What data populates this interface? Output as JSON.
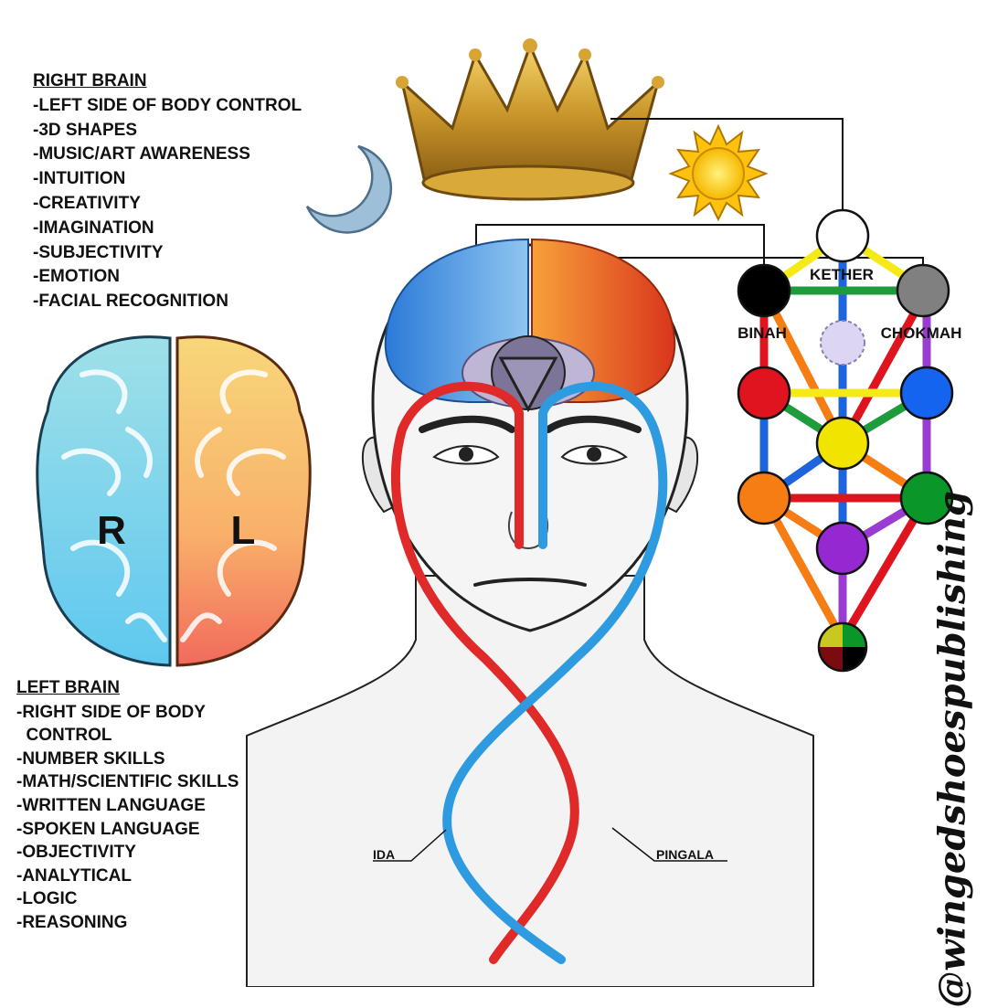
{
  "right_brain": {
    "heading": "RIGHT BRAIN",
    "items": [
      "-LEFT SIDE OF BODY CONTROL",
      "-3D SHAPES",
      "-MUSIC/ART AWARENESS",
      "-INTUITION",
      "-CREATIVITY",
      "-IMAGINATION",
      "-SUBJECTIVITY",
      "-EMOTION",
      "-FACIAL RECOGNITION"
    ]
  },
  "left_brain": {
    "heading": "LEFT BRAIN",
    "items": [
      "-RIGHT SIDE OF BODY",
      "  CONTROL",
      "-NUMBER SKILLS",
      "-MATH/SCIENTIFIC SKILLS",
      "-WRITTEN LANGUAGE",
      "-SPOKEN LANGUAGE",
      "-OBJECTIVITY",
      "-ANALYTICAL",
      "-LOGIC",
      "-REASONING"
    ]
  },
  "brain_letters": {
    "right": "R",
    "left": "L"
  },
  "tree_labels": {
    "kether": "KETHER",
    "binah": "BINAH",
    "chokmah": "CHOKMAH"
  },
  "channel_labels": {
    "ida": "IDA",
    "pingala": "PINGALA"
  },
  "watermark": "@wingedshoespublishing",
  "colors": {
    "ida": "#2e9be0",
    "pingala": "#e02a2a",
    "kether": "#ffffff",
    "binah": "#000000",
    "chokmah": "#808080",
    "geburah": "#e0141e",
    "chesed": "#1464f0",
    "tiphareth": "#f0e400",
    "hod": "#f57d14",
    "netzach": "#0a9628",
    "yesod": "#9628d2",
    "daath": "#d8d0f0",
    "crown": "#c9962a",
    "sun": "#ffd21e",
    "moon": "#8fb3cf"
  },
  "icons": [
    "crown-icon",
    "moon-icon",
    "sun-icon",
    "third-eye-icon"
  ]
}
